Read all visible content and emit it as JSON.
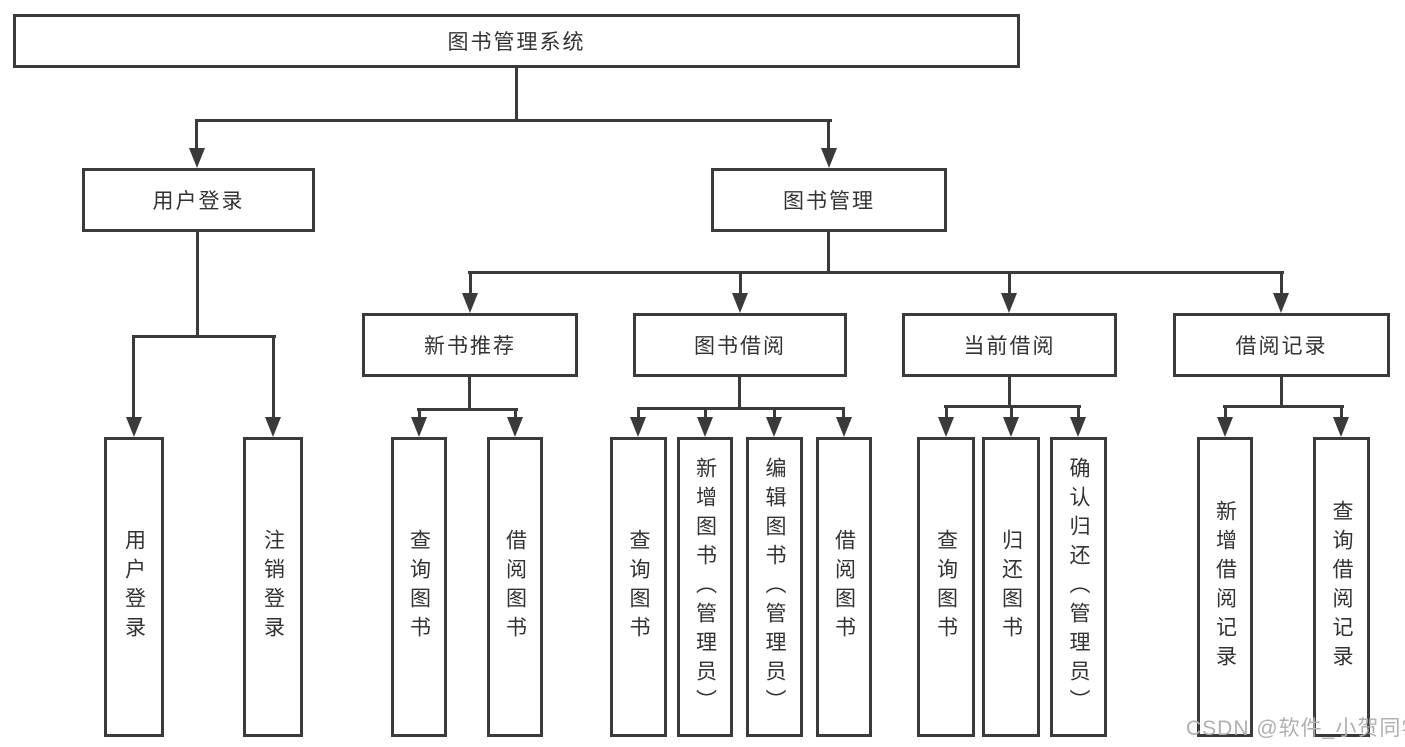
{
  "tree": {
    "root": "图书管理系统",
    "children": [
      {
        "label": "用户登录",
        "children": [
          "用户登录",
          "注销登录"
        ]
      },
      {
        "label": "图书管理",
        "children": [
          {
            "label": "新书推荐",
            "children": [
              "查询图书",
              "借阅图书"
            ]
          },
          {
            "label": "图书借阅",
            "children": [
              "查询图书",
              "新增图书（管理员）",
              "编辑图书（管理员）",
              "借阅图书"
            ]
          },
          {
            "label": "当前借阅",
            "children": [
              "查询图书",
              "归还图书",
              "确认归还（管理员）"
            ]
          },
          {
            "label": "借阅记录",
            "children": [
              "新增借阅记录",
              "查询借阅记录"
            ]
          }
        ]
      }
    ]
  },
  "watermark": {
    "text": "CSDN @软件_小贺同学"
  },
  "colors": {
    "line": "#3a3a3a",
    "text": "#333333",
    "watermark": "#b0b0b0",
    "background": "#ffffff"
  }
}
